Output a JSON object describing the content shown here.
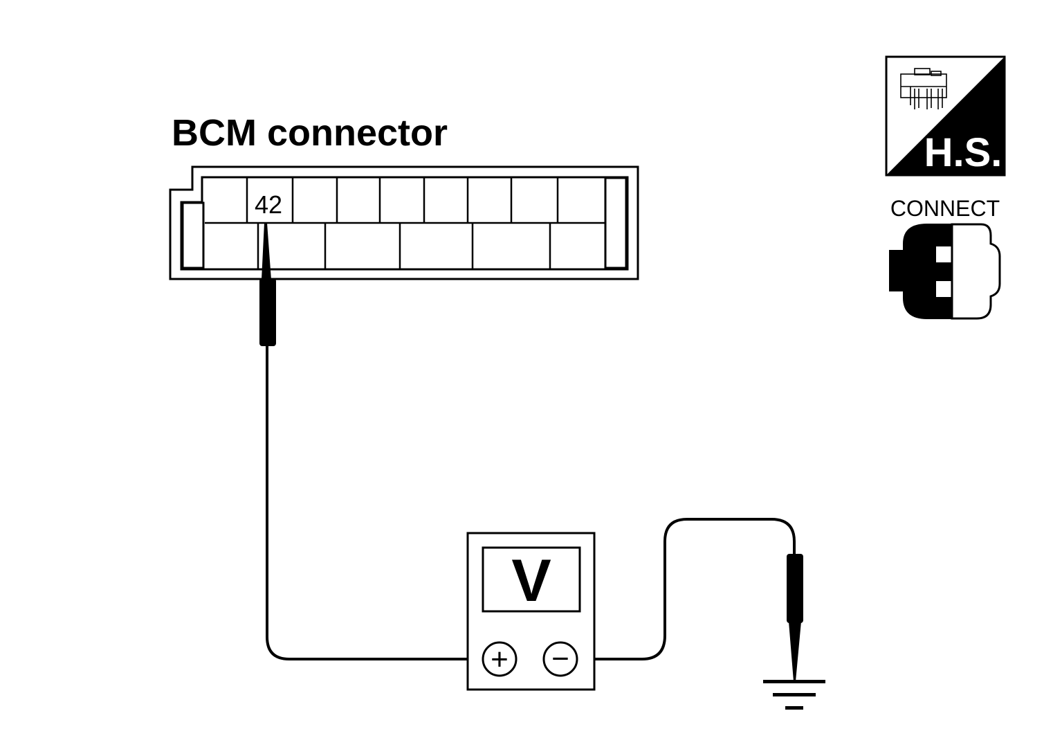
{
  "connector": {
    "title": "BCM connector",
    "terminal_label": "42"
  },
  "meter": {
    "symbol": "V",
    "positive_symbol": "+",
    "negative_symbol": "−"
  },
  "badge": {
    "hs_label": "H.S.",
    "connect_label": "CONNECT"
  },
  "colors": {
    "ink": "#000000",
    "paper": "#ffffff"
  },
  "icons": [
    "harness-side-icon",
    "connect-connector-icon",
    "ground-symbol-icon",
    "probe-icon",
    "voltmeter-icon"
  ]
}
